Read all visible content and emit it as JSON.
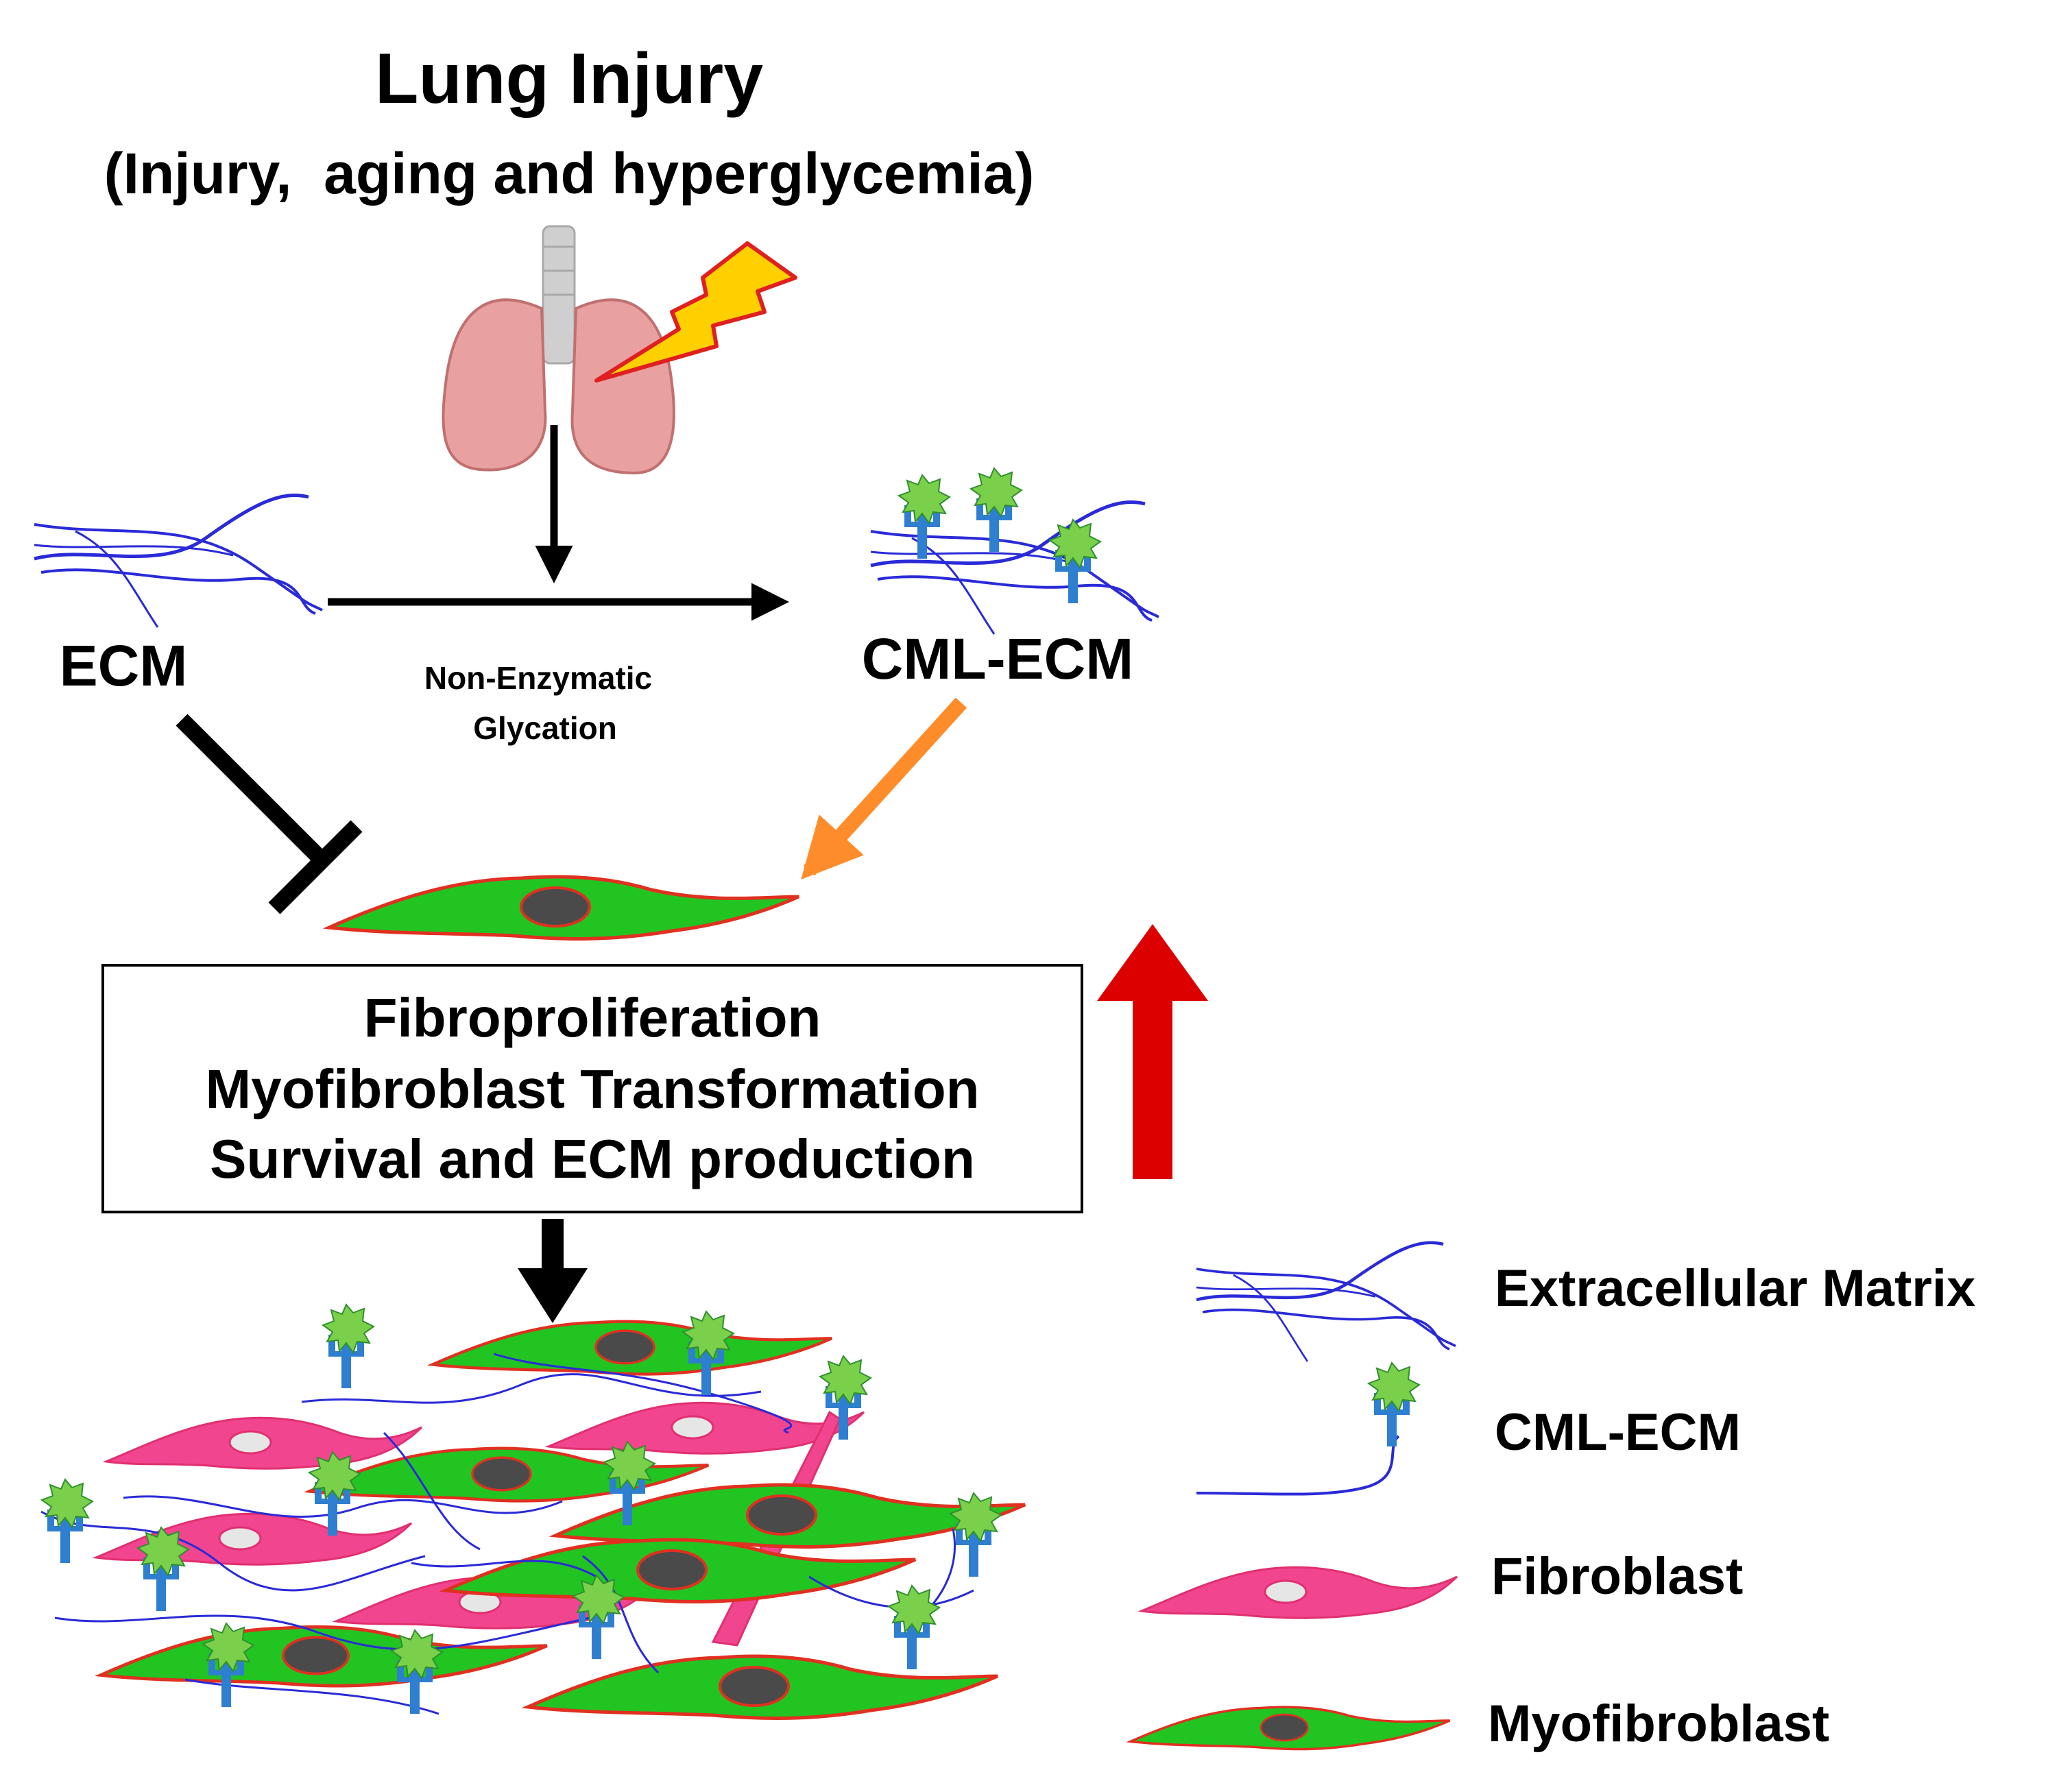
{
  "title": "Lung Injury",
  "subtitle": "(Injury,  aging and hyperglycemia)",
  "labels": {
    "ecm": "ECM",
    "cml_ecm": "CML-ECM",
    "process_line1": "Non-Enzymatic",
    "process_line2": "Glycation"
  },
  "outcome_box": {
    "line1": "Fibroproliferation",
    "line2": "Myofibroblast Transformation",
    "line3": "Survival and ECM production"
  },
  "legend": {
    "extracellular_matrix": "Extracellular Matrix",
    "cml_ecm": "CML-ECM",
    "fibroblast": "Fibroblast",
    "myofibroblast": "Myofibroblast"
  },
  "colors": {
    "matrix_fiber": "#2a2ad8",
    "cml_stem": "#2f7fd0",
    "cml_head": "#7ad04a",
    "myofibroblast_fill": "#22c422",
    "myofibroblast_nucleus": "#4a4a4a",
    "fibroblast_fill": "#f2458f",
    "fibroblast_nucleus": "#e6e6e6",
    "cell_outline": "#e03020",
    "inhibit_arrow": "#000000",
    "cml_arrow": "#ff8c2a",
    "increase_arrow": "#dd0000",
    "lung_fill": "#e8a0a0",
    "lightning_fill": "#ffd000",
    "lightning_outline": "#e02020"
  },
  "icons": [
    "lung-icon",
    "lightning-bolt-icon",
    "upward-increase-arrow-icon"
  ]
}
